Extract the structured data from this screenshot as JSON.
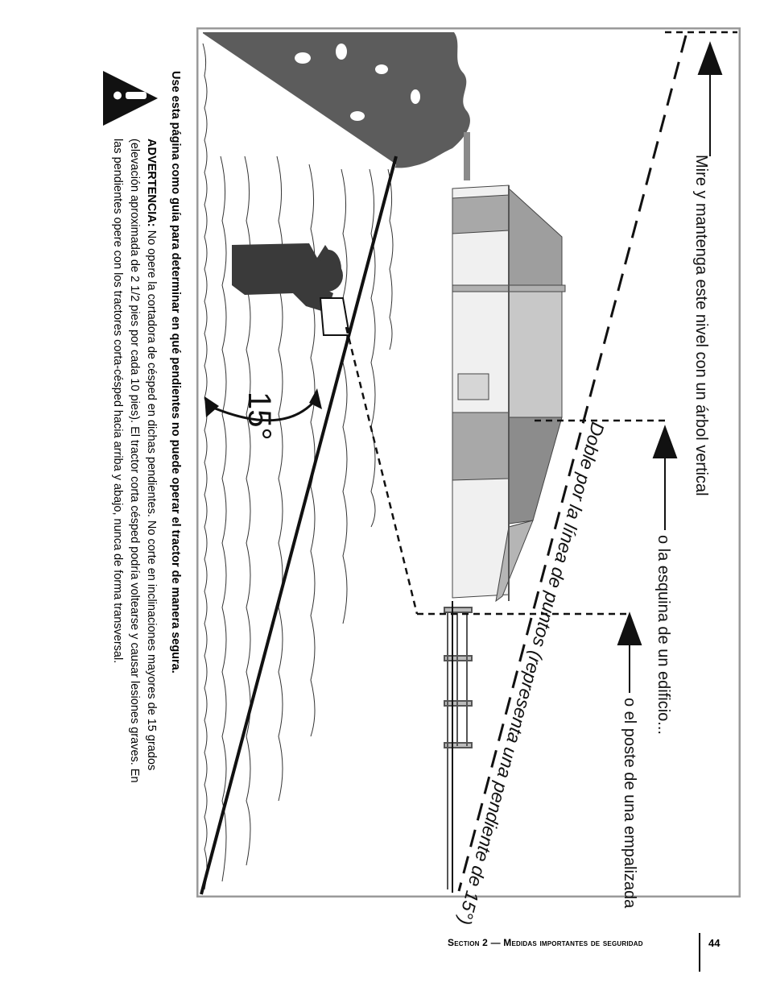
{
  "figure": {
    "label_tree": "Mire y mantenga este nivel con un árbol vertical",
    "label_building": "o la esquina de un edificio...",
    "label_fence": "o el poste de una empalizada",
    "label_double": "Doble por la línea de puntos (representa una pendiente de 15°)",
    "angle_label": "15°"
  },
  "guide_heading": "Use esta página como guía para determinar en qué pendientes no puede operar el tractor de manera segura.",
  "warning": {
    "lead": "ADVERTENCIA:",
    "line1": " No opere la cortadora de césped en dichas pendientes. No corte en inclinaciones mayores de 15 grados",
    "line2": "(elevación aproximada de 2 1/2 pies por cada 10 pies). El tractor corta césped podría voltearse y causar lesiones graves. En",
    "line3": "las pendientes opere con los tractores corta-césped hacia arriba y abajo, nunca de forma transversal."
  },
  "footer": {
    "section": "Section 2 — Medidas importantes de seguridad",
    "page": "44"
  }
}
